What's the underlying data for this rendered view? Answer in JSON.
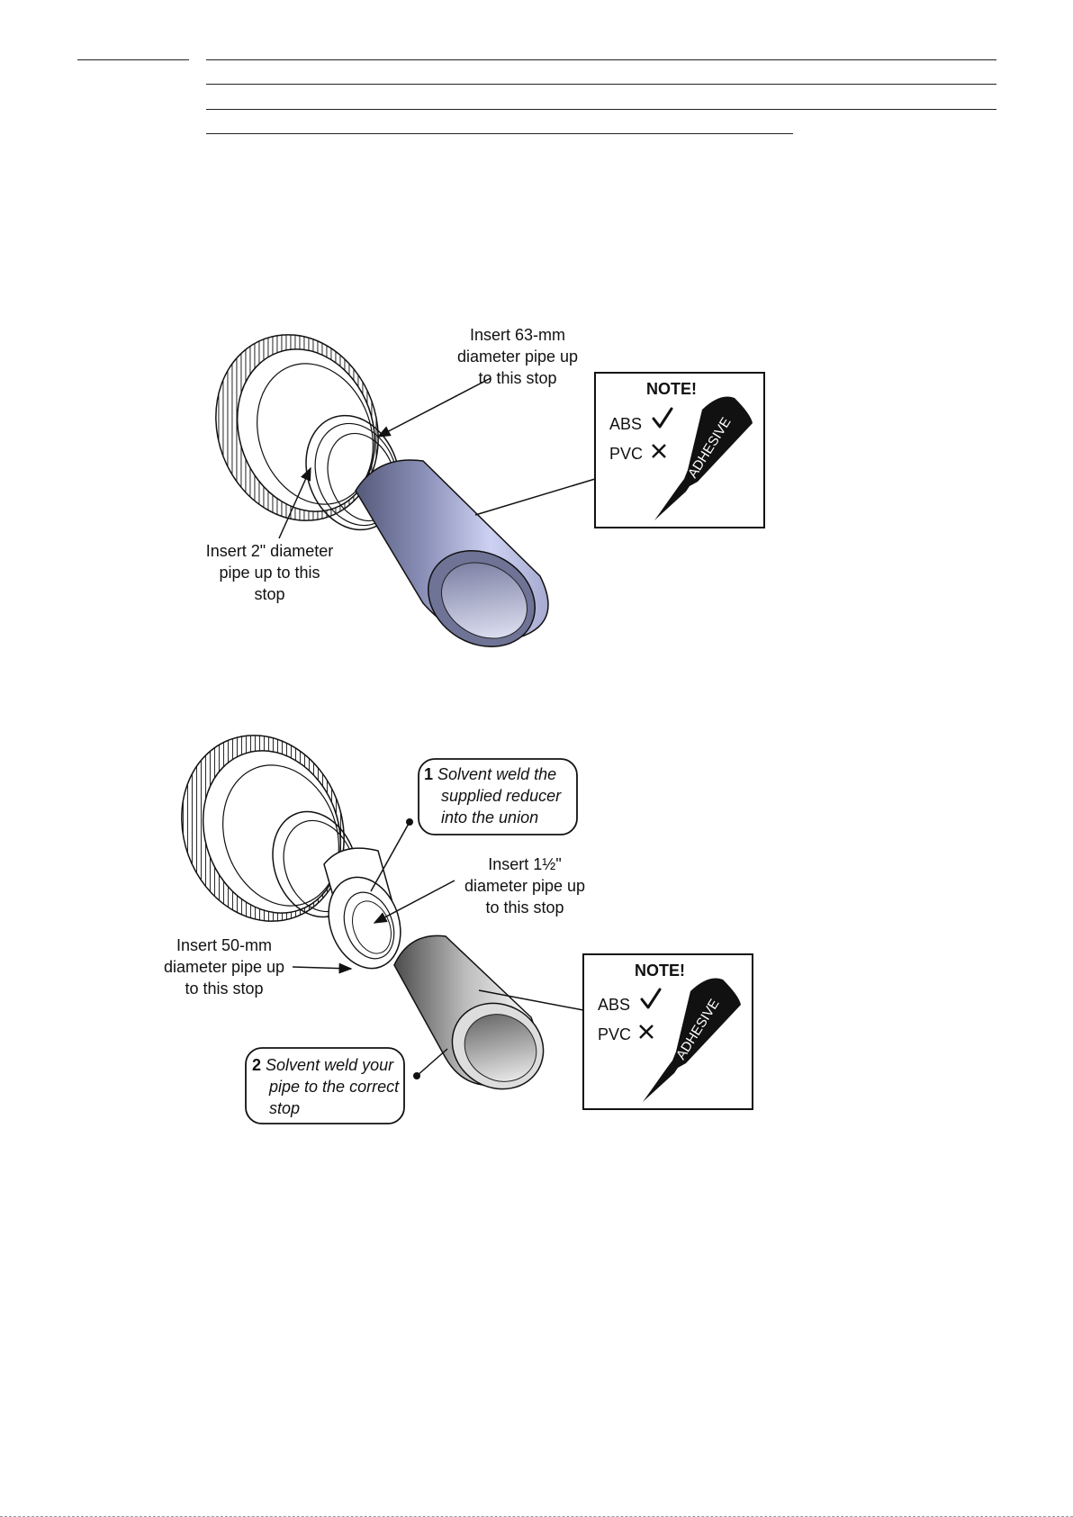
{
  "fig1": {
    "label_63mm": [
      "Insert 63-mm",
      "diameter pipe up",
      "to this stop"
    ],
    "label_2in": [
      "Insert 2\" diameter",
      "pipe up to this",
      "stop"
    ],
    "note": {
      "title": "NOTE!",
      "abs": "ABS",
      "pvc": "PVC",
      "tube_text": "ADHESIVE"
    }
  },
  "fig2": {
    "callout1": {
      "number": "1",
      "lines": [
        "Solvent weld the",
        "supplied reducer",
        "into the union"
      ]
    },
    "label_1half": [
      "Insert 1½\"",
      "diameter pipe up",
      "to this stop"
    ],
    "label_50mm": [
      "Insert 50-mm",
      "diameter pipe up",
      "to this stop"
    ],
    "callout2": {
      "number": "2",
      "lines": [
        "Solvent weld your",
        "pipe to the correct",
        "stop"
      ]
    },
    "note": {
      "title": "NOTE!",
      "abs": "ABS",
      "pvc": "PVC",
      "tube_text": "ADHESIVE"
    }
  },
  "colors": {
    "pipe1_light": "#dcdff7",
    "pipe1_dark": "#555a7a",
    "pipe2_light": "#f2f2f2",
    "pipe2_dark": "#5a5a5a",
    "ink": "#111111"
  }
}
